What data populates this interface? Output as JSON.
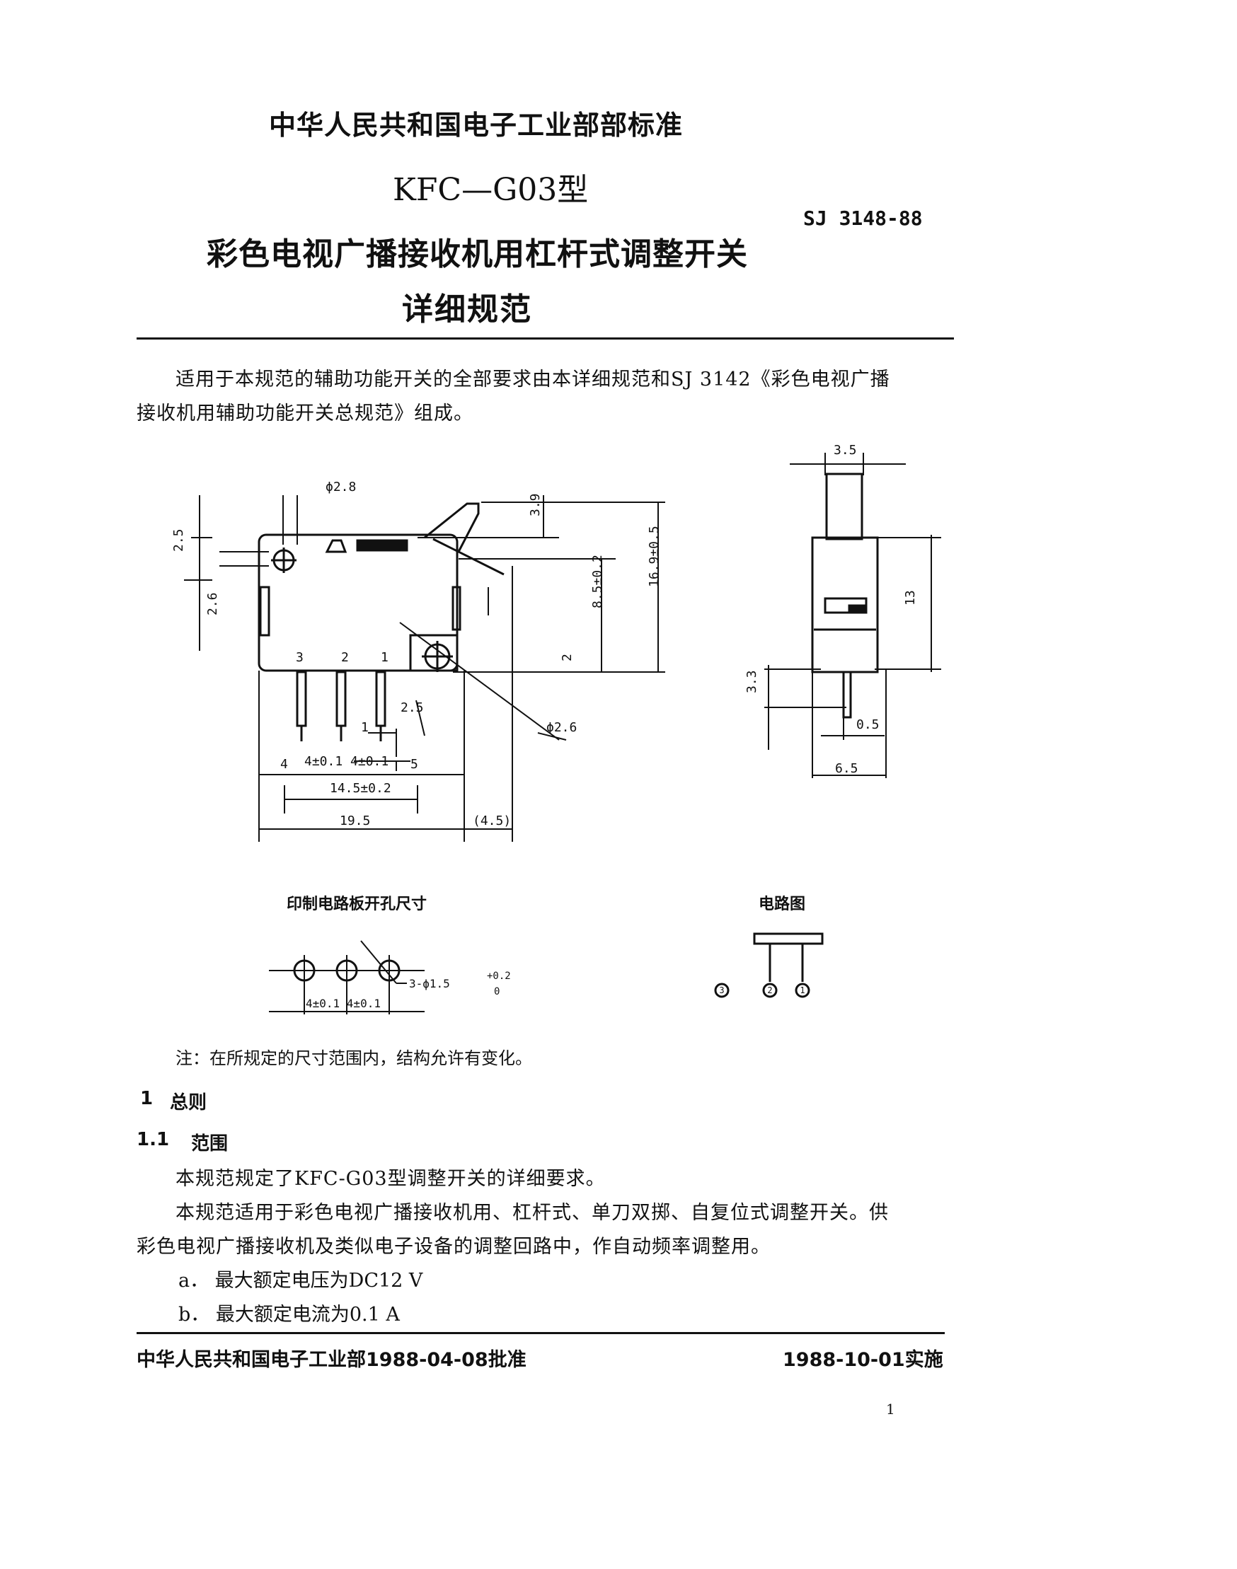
{
  "header": {
    "authority": "中华人民共和国电子工业部部标准",
    "model": "KFC—G03型",
    "std_no": "SJ 3148-88",
    "title_line1": "彩色电视广播接收机用杠杆式调整开关",
    "title_line2": "详细规范"
  },
  "intro": {
    "line1": "适用于本规范的辅助功能开关的全部要求由本详细规范和SJ 3142《彩色电视广播",
    "line2": "接收机用辅助功能开关总规范》组成。"
  },
  "drawing_main": {
    "d_phi28": "ϕ2.8",
    "d_25": "2.5",
    "d_26": "2.6",
    "d_39": "3.9",
    "d_85": "8.5±0.2",
    "d_169": "16.9±0.5",
    "d_2": "2",
    "pin3": "3",
    "pin2": "2",
    "pin1": "1",
    "pin4": "4",
    "pin5": "5",
    "d_25b": "2.5",
    "d_1": "1",
    "d_phi26": "ϕ2.6",
    "d_pitch": "4±0.1 4±0.1",
    "d_145": "14.5±0.2",
    "d_195": "19.5",
    "d_45": "(4.5)"
  },
  "drawing_side": {
    "d_35": "3.5",
    "d_13": "13",
    "d_33": "3.3",
    "d_05": "0.5",
    "d_65": "6.5"
  },
  "pcb": {
    "label": "印制电路板开孔尺寸",
    "hole_spec": "3-ϕ1.5",
    "tol_plus": "+0.2",
    "tol_minus": "0",
    "pitch": "4±0.1 4±0.1"
  },
  "circuit": {
    "label": "电路图",
    "t3": "3",
    "t2": "2",
    "t1": "1"
  },
  "note": "注：在所规定的尺寸范围内，结构允许有变化。",
  "sections": {
    "s1_num": "1",
    "s1_title": "总则",
    "s11_num": "1.1",
    "s11_title": "范围",
    "p1": "本规范规定了KFC-G03型调整开关的详细要求。",
    "p2_line1": "本规范适用于彩色电视广播接收机用、杠杆式、单刀双掷、自复位式调整开关。供",
    "p2_line2": "彩色电视广播接收机及类似电子设备的调整回路中，作自动频率调整用。",
    "item_a": "a．  最大额定电压为DC12  V",
    "item_b": "b．  最大额定电流为0.1  A"
  },
  "footer": {
    "approval": "中华人民共和国电子工业部1988-04-08批准",
    "effective": "1988-10-01实施",
    "page": "1"
  }
}
